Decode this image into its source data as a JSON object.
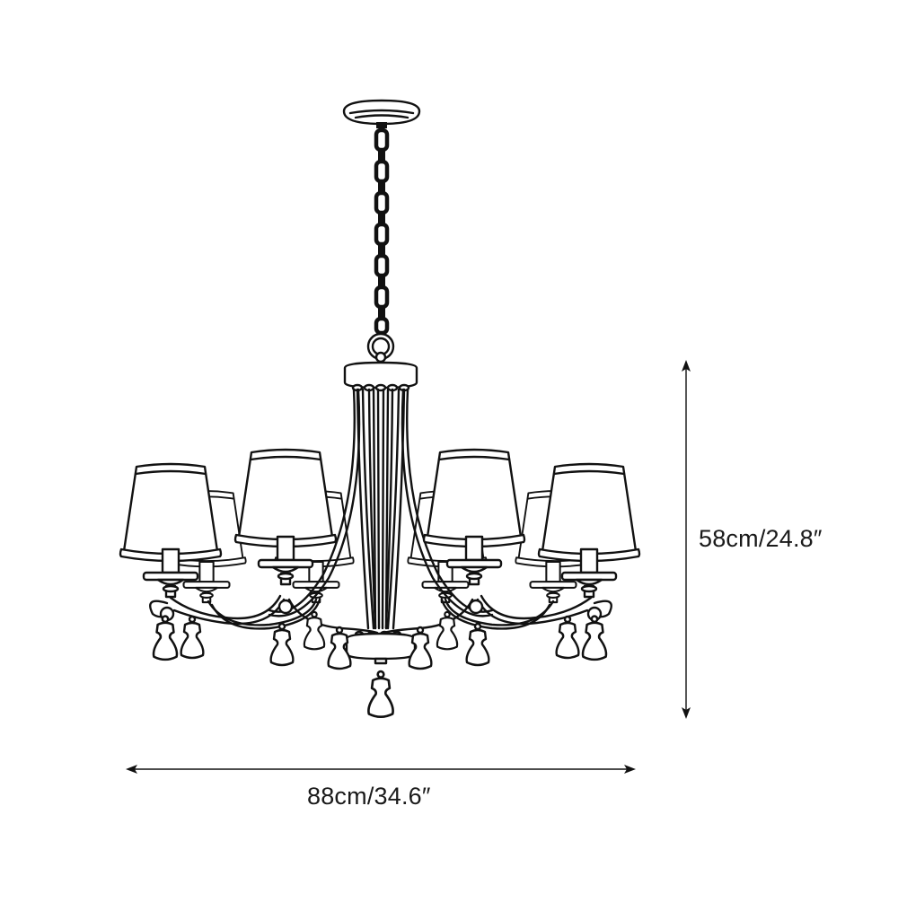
{
  "diagram": {
    "subject": "chandelier",
    "shade_count": 8,
    "dimensions": {
      "height": {
        "label": "58cm/24.8″",
        "orientation": "vertical"
      },
      "width": {
        "label": "88cm/34.6″",
        "orientation": "horizontal"
      }
    },
    "colors": {
      "line": "#111111",
      "background": "#ffffff"
    }
  }
}
